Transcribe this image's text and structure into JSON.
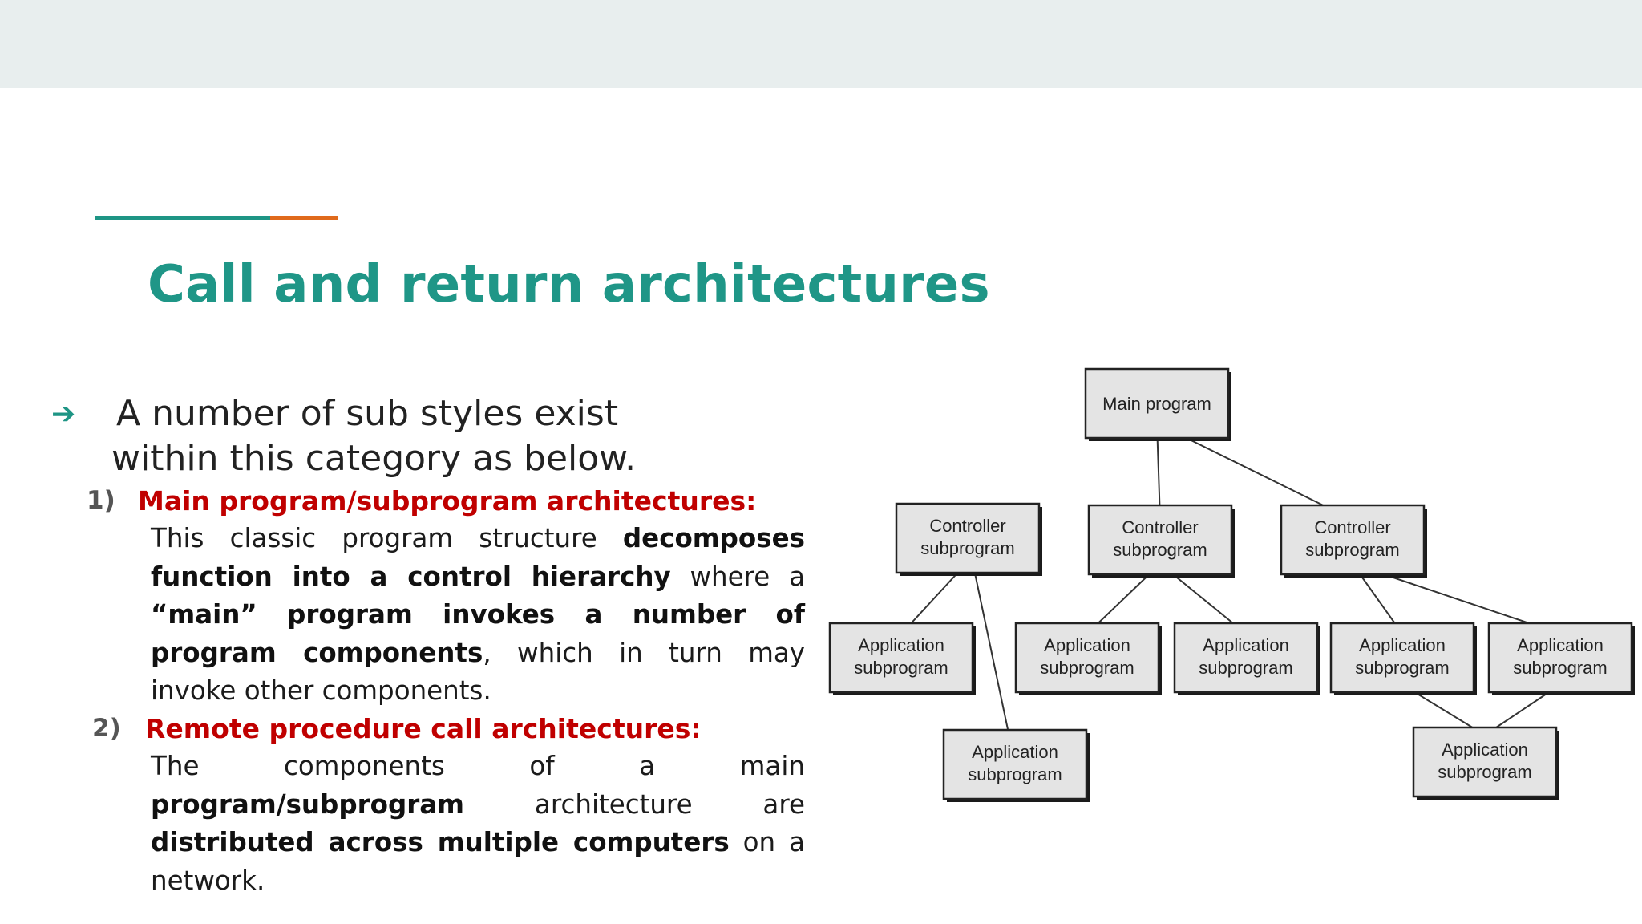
{
  "slide": {
    "title": "Call and return architectures",
    "colors": {
      "accent_teal": "#1e9585",
      "accent_orange": "#e06a1c",
      "heading_red": "#c00000",
      "top_band": "#e8eeee"
    },
    "bullet": {
      "icon": "arrow-right-icon",
      "glyph": "➔",
      "line1": "A number of sub styles exist",
      "line2": "within this category as below."
    },
    "items": [
      {
        "number": "1)",
        "heading": "Main program/subprogram architectures:",
        "text": [
          {
            "t": "This classic program structure ",
            "b": false
          },
          {
            "t": "decomposes function into a control hierarchy",
            "b": true
          },
          {
            "t": " where a ",
            "b": false
          },
          {
            "t": "“main” program invokes a number of program components",
            "b": true
          },
          {
            "t": ", which in turn may invoke  other components.",
            "b": false
          }
        ]
      },
      {
        "number": "2)",
        "heading": "Remote procedure call architectures:",
        "text": [
          {
            "t": "The components of a main ",
            "b": false
          },
          {
            "t": "program/subprogram",
            "b": true
          },
          {
            "t": " architecture are ",
            "b": false
          },
          {
            "t": "distributed across multiple computers",
            "b": true
          },
          {
            "t": " on a network.",
            "b": false
          }
        ]
      }
    ]
  },
  "diagram": {
    "nodes": [
      {
        "id": "main",
        "lines": [
          "Main program"
        ]
      },
      {
        "id": "c1",
        "lines": [
          "Controller",
          "subprogram"
        ]
      },
      {
        "id": "c2",
        "lines": [
          "Controller",
          "subprogram"
        ]
      },
      {
        "id": "c3",
        "lines": [
          "Controller",
          "subprogram"
        ]
      },
      {
        "id": "a1",
        "lines": [
          "Application",
          "subprogram"
        ]
      },
      {
        "id": "a2",
        "lines": [
          "Application",
          "subprogram"
        ]
      },
      {
        "id": "a3",
        "lines": [
          "Application",
          "subprogram"
        ]
      },
      {
        "id": "a4",
        "lines": [
          "Application",
          "subprogram"
        ]
      },
      {
        "id": "a5",
        "lines": [
          "Application",
          "subprogram"
        ]
      },
      {
        "id": "a6",
        "lines": [
          "Application",
          "subprogram"
        ]
      },
      {
        "id": "a7",
        "lines": [
          "Application",
          "subprogram"
        ]
      }
    ],
    "edges": [
      [
        "main",
        "c2"
      ],
      [
        "main",
        "c3"
      ],
      [
        "c1",
        "a1"
      ],
      [
        "c1",
        "a6"
      ],
      [
        "c2",
        "a2"
      ],
      [
        "c2",
        "a3"
      ],
      [
        "c3",
        "a4"
      ],
      [
        "c3",
        "a5"
      ],
      [
        "a4",
        "a7"
      ],
      [
        "a5",
        "a7"
      ]
    ]
  }
}
